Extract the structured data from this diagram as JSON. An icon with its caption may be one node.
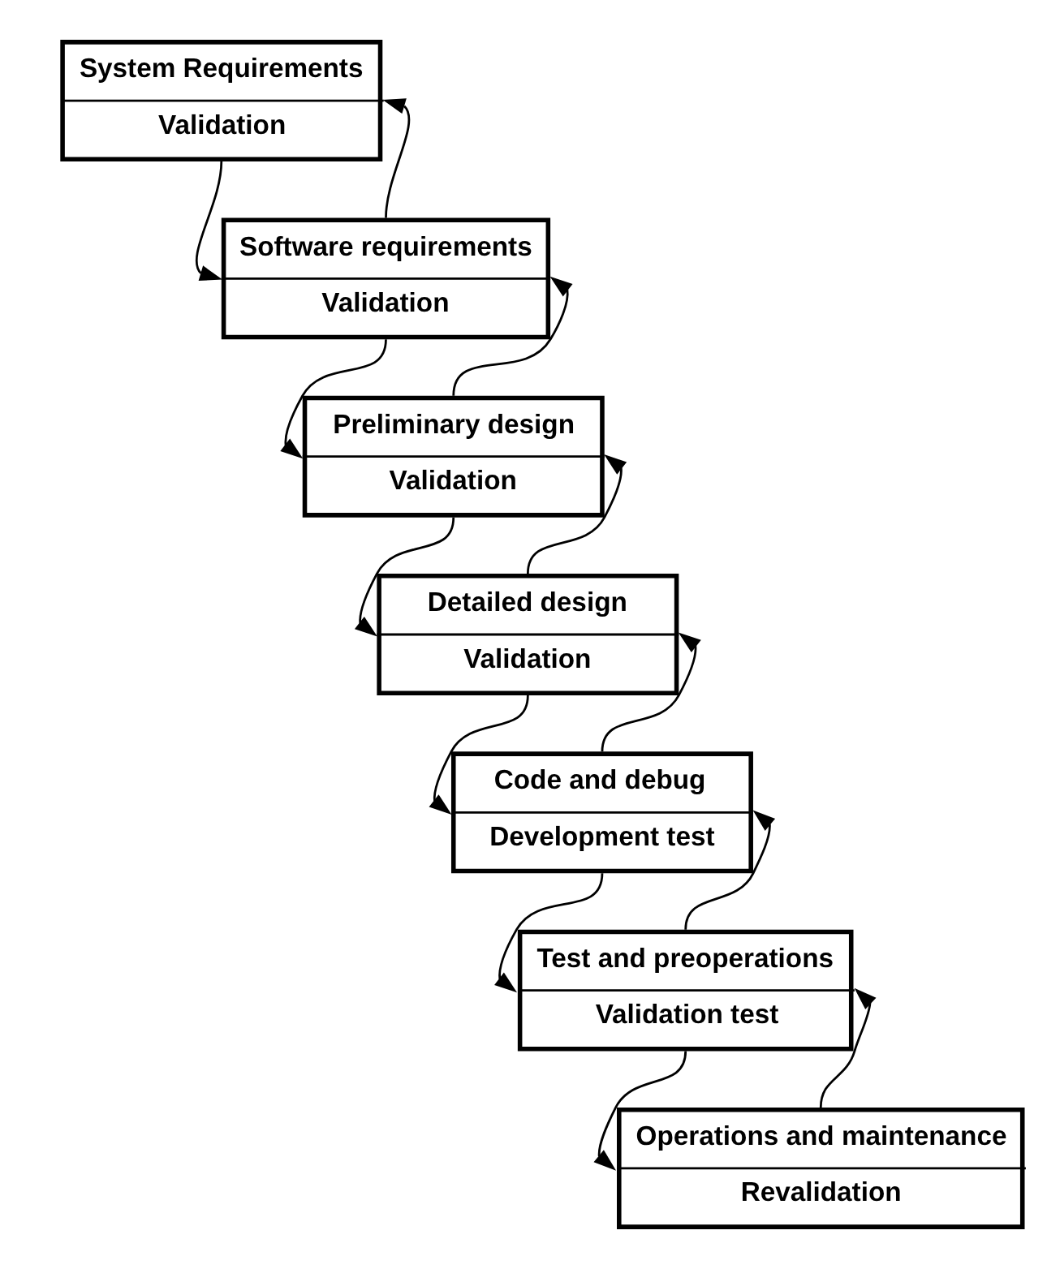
{
  "diagram": {
    "nodes": [
      {
        "text": [
          "System Requirements",
          "Validation"
        ]
      },
      {
        "text": [
          "Software requirements",
          "Validation"
        ]
      },
      {
        "text": [
          "Preliminary design",
          "Validation"
        ]
      },
      {
        "text": [
          "Detailed design",
          "Validation"
        ]
      },
      {
        "text": [
          "Code and debug",
          "Development test"
        ]
      },
      {
        "text": [
          "Test and preoperations",
          "Validation test"
        ]
      },
      {
        "text": [
          "Operations and maintenance",
          "Revalidation"
        ]
      }
    ],
    "edges": [
      {
        "from": 0,
        "to": 1,
        "arrow": "to"
      },
      {
        "from": 1,
        "to": 0,
        "arrow": "to"
      },
      {
        "from": 1,
        "to": 2,
        "arrow": "to"
      },
      {
        "from": 2,
        "to": 1,
        "arrow": "to"
      },
      {
        "from": 2,
        "to": 3,
        "arrow": "to"
      },
      {
        "from": 3,
        "to": 2,
        "arrow": "to"
      },
      {
        "from": 3,
        "to": 4,
        "arrow": "to"
      },
      {
        "from": 4,
        "to": 3,
        "arrow": "to"
      },
      {
        "from": 4,
        "to": 5,
        "arrow": "to"
      },
      {
        "from": 5,
        "to": 4,
        "arrow": "to"
      },
      {
        "from": 5,
        "to": 6,
        "arrow": "to"
      },
      {
        "from": 6,
        "to": 5,
        "arrow": "to"
      }
    ]
  }
}
